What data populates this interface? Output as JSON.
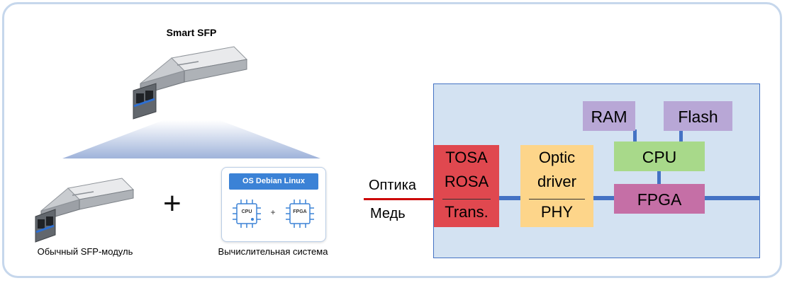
{
  "left": {
    "title": "Smart SFP",
    "caption_module": "Обычный SFP-модуль",
    "caption_system": "Вычислительная система",
    "plus": "+",
    "os_card": {
      "header": "OS Debian Linux",
      "chip1": "CPU",
      "plus": "+",
      "chip2": "FPGA"
    }
  },
  "labels": {
    "optics": "Оптика",
    "copper": "Медь"
  },
  "blocks": {
    "transceiver": {
      "line1": "TOSA",
      "line2": "ROSA",
      "line3": "Trans."
    },
    "optic_driver": {
      "line1": "Optic",
      "line2": "driver",
      "line3": "PHY"
    },
    "ram": "RAM",
    "flash": "Flash",
    "cpu": "CPU",
    "fpga": "FPGA"
  },
  "colors": {
    "board": "#d3e2f2",
    "bus": "#4472c4",
    "optic_line": "#cc0000",
    "transceiver": "#e0484f",
    "optic_driver": "#fdd58a",
    "memory": "#b8a7d6",
    "cpu": "#a8d98a",
    "fpga": "#c56fa6",
    "os_header": "#3b82d6"
  }
}
